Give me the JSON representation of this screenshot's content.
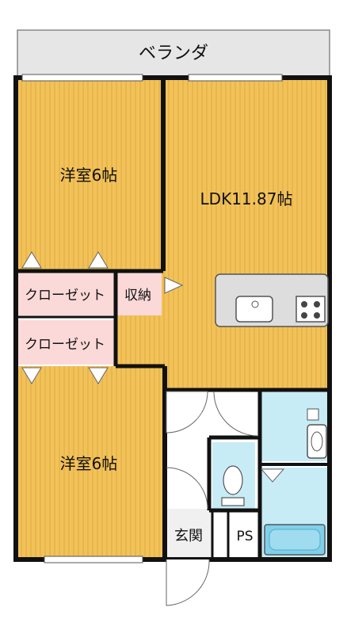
{
  "rooms": {
    "balcony": "ベランダ",
    "bedroom_top": "洋室6帖",
    "ldk": "LDK11.87帖",
    "closet_top": "クローゼット",
    "storage": "収納",
    "closet_bottom": "クローゼット",
    "bedroom_bottom": "洋室6帖",
    "entrance": "玄関",
    "ps": "PS"
  },
  "colors": {
    "floor_wood": "#f2c25a",
    "floor_grain": "#e0a93c",
    "wall": "#111111",
    "closet": "#fbd9d9",
    "water_area": "#c8ecf6",
    "balcony": "#e6e6e6",
    "counter": "#dddddd"
  }
}
